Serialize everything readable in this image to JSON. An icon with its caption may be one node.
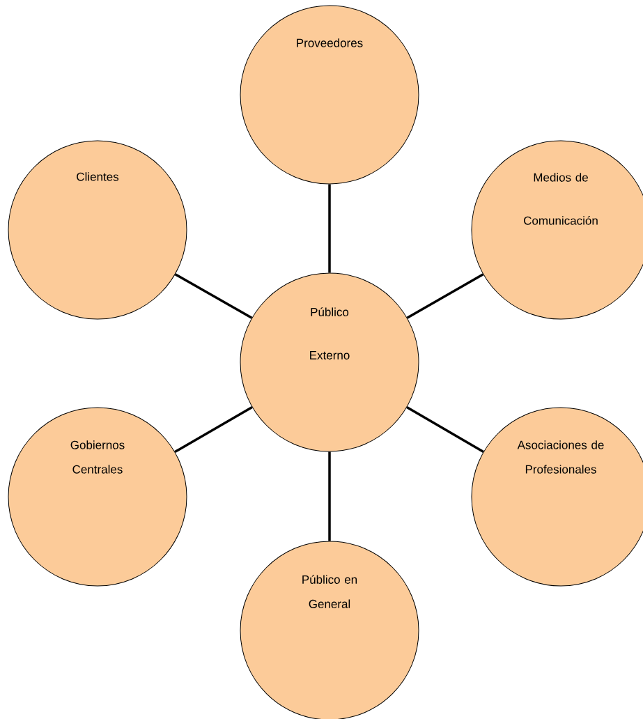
{
  "diagram": {
    "nodes": [
      {
        "text": [
          "Proveedores"
        ]
      },
      {
        "text": [
          "Clientes"
        ]
      },
      {
        "text": [
          "Medios de Comunicación"
        ]
      },
      {
        "text": [
          "Público Externo"
        ]
      },
      {
        "text": [
          "Gobiernos Centrales"
        ]
      },
      {
        "text": [
          "Asociaciones de Profesionales"
        ]
      },
      {
        "text": [
          "Público en General"
        ]
      }
    ],
    "edges": [
      {
        "from": 3,
        "to": 0,
        "arrow": "none"
      },
      {
        "from": 3,
        "to": 1,
        "arrow": "none"
      },
      {
        "from": 3,
        "to": 2,
        "arrow": "none"
      },
      {
        "from": 3,
        "to": 4,
        "arrow": "none"
      },
      {
        "from": 3,
        "to": 5,
        "arrow": "none"
      },
      {
        "from": 3,
        "to": 6,
        "arrow": "none"
      }
    ]
  }
}
